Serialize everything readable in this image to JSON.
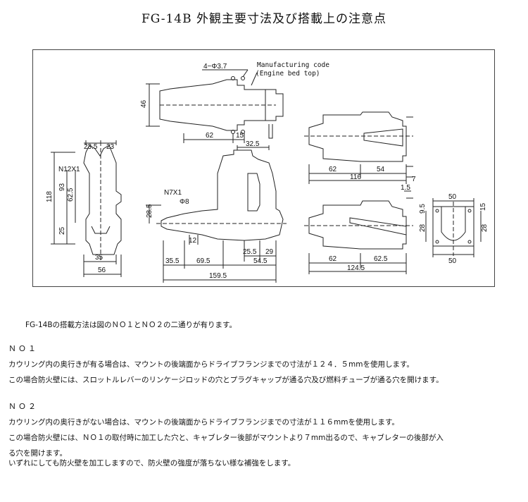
{
  "title": "FG-14B 外観主要寸法及び搭載上の注意点",
  "drawing": {
    "top_view": {
      "holes": "4−Φ3.7",
      "manufacturing_code": "Manufacturing code",
      "engine_bed_top": "(Engine bed top)",
      "dim_46": "46",
      "dim_62": "62",
      "dim_15": "15"
    },
    "front_view": {
      "dim_23_5": "23.5",
      "dim_23": "23",
      "thread": "N12X1",
      "dim_118": "118",
      "dim_93": "93",
      "dim_62_5": "62.5",
      "dim_25": "25",
      "dim_35": "35",
      "dim_56": "56"
    },
    "side_view": {
      "dim_32_5": "32.5",
      "thread": "N7X1",
      "dia_8": "Φ8",
      "dim_28_5": "28.5",
      "dim_12": "12",
      "dim_35_5": "35.5",
      "dim_69_5": "69.5",
      "dim_25_5": "25.5",
      "dim_29": "29",
      "dim_54_5": "54.5",
      "dim_159_5": "159.5"
    },
    "mount_no1": {
      "dim_62": "62",
      "dim_54": "54",
      "dim_116": "116",
      "dim_7": "7"
    },
    "mount_no2": {
      "dim_1_5": "1.5",
      "dim_62": "62",
      "dim_62_5": "62.5",
      "dim_124_5": "124.5"
    },
    "flange_view": {
      "dim_50_top": "50",
      "dim_9_5": "9.5",
      "dim_15": "15",
      "dim_28_left": "28",
      "dim_28_right": "28",
      "dim_50_bottom": "50"
    }
  },
  "text": {
    "intro": "FG-14Bの搭載方法は図のＮＯ１とＮＯ２の二通りが有ります。",
    "no1_heading": "ＮＯ１",
    "no1_line1": "カウリング内の奥行きが有る場合は、マウントの後端面からドライブフランジまでの寸法が１２４．５mmを使用します。",
    "no1_line2": "この場合防火壁には、スロットルレバーのリンケージロッドの穴とプラグキャップが通る穴及び燃料チューブが通る穴を開けます。",
    "no2_heading": "ＮＯ２",
    "no2_line1": "カウリング内の奥行きがない場合は、マウントの後端面からドライブフランジまでの寸法が１１６mmを使用します。",
    "no2_line2": "この場合防火壁には、ＮＯ１の取付時に加工した穴と、キャブレター後部がマウントより７mm出るので、キャブレターの後部が入",
    "no2_line3": "る穴を開けます。",
    "closing": "いずれにしても防火壁を加工しますので、防火壁の強度が落ちない様な補強をします。"
  }
}
